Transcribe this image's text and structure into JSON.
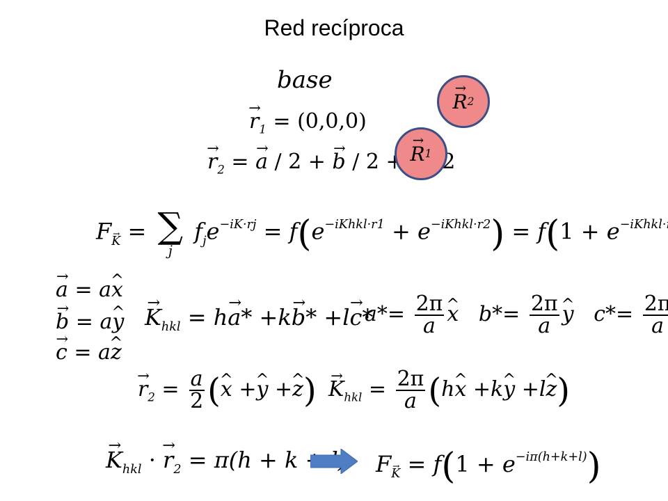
{
  "title": "Red recíproca",
  "base_label": "base",
  "circles": {
    "r1": "R",
    "r1_sub": "1",
    "r2": "R",
    "r2_sub": "2"
  },
  "colors": {
    "circle_fill": "#f08a8a",
    "circle_stroke": "#3b4f86",
    "arrow": "#4f7ec4"
  },
  "eq": {
    "r": "r",
    "one": "1",
    "two": "2",
    "origin": "(0,0,0)",
    "a": "a",
    "b": "b",
    "c": "c",
    "over2": "/ 2",
    "plus": "+",
    "equals": "=",
    "F": "F",
    "K": "K",
    "hkl": "hkl",
    "f": "f",
    "e": "e",
    "j": "j",
    "sigma": "∑",
    "exp_sum_pre": "−i",
    "exp_sum_dot": "·r",
    "exp_r1": "−iK",
    "exp_r1_tail": "·r",
    "x": "x",
    "y": "y",
    "z": "z",
    "h": "h",
    "k": "k",
    "l": "l",
    "star": "*",
    "twopi": "2π",
    "pi": "π",
    "cdot": "·",
    "hkl_sum": "(h + k + l)",
    "exp_final": "−iπ(h+k+l)"
  }
}
